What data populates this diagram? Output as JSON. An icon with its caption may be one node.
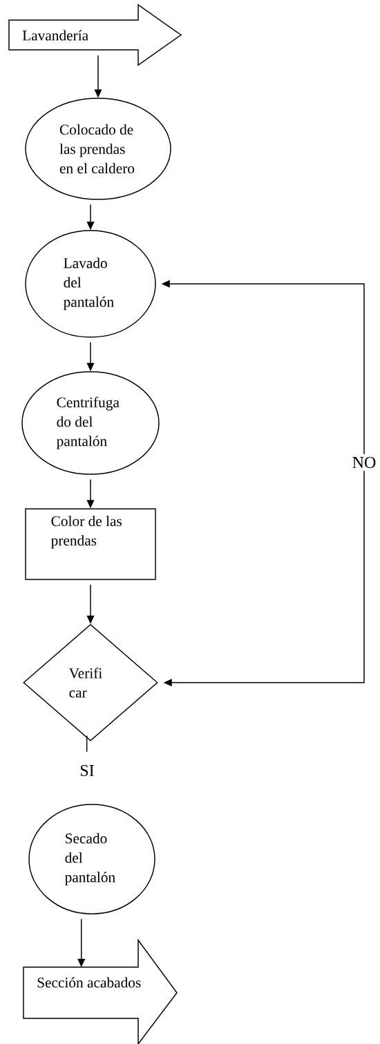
{
  "diagram": {
    "nodes": [
      {
        "text": [
          "Lavandería"
        ]
      },
      {
        "text": [
          "Colocado de las prendas en el caldero"
        ]
      },
      {
        "text": [
          "Lavado del pantalón"
        ]
      },
      {
        "text": [
          "Centrifuga do del pantalón"
        ]
      },
      {
        "text": [
          "Color de las prendas"
        ]
      },
      {
        "text": [
          "Verifi car"
        ]
      },
      {
        "text": [
          "Secado del pantalón"
        ]
      },
      {
        "text": [
          "Sección acabados"
        ]
      }
    ],
    "edges": [
      {
        "from": 0,
        "to": 1,
        "arrow": "to"
      },
      {
        "from": 1,
        "to": 2,
        "arrow": "to"
      },
      {
        "from": 2,
        "to": 3,
        "arrow": "to"
      },
      {
        "from": 3,
        "to": 4,
        "arrow": "to"
      },
      {
        "from": 4,
        "to": 5,
        "arrow": "to"
      },
      {
        "from": 5,
        "to": 2,
        "arrow": "both",
        "label": "NO"
      },
      {
        "from": 5,
        "to": null,
        "arrow": "none"
      },
      {
        "from": 6,
        "to": 7,
        "arrow": "to"
      }
    ],
    "labels": [
      "SI"
    ]
  }
}
